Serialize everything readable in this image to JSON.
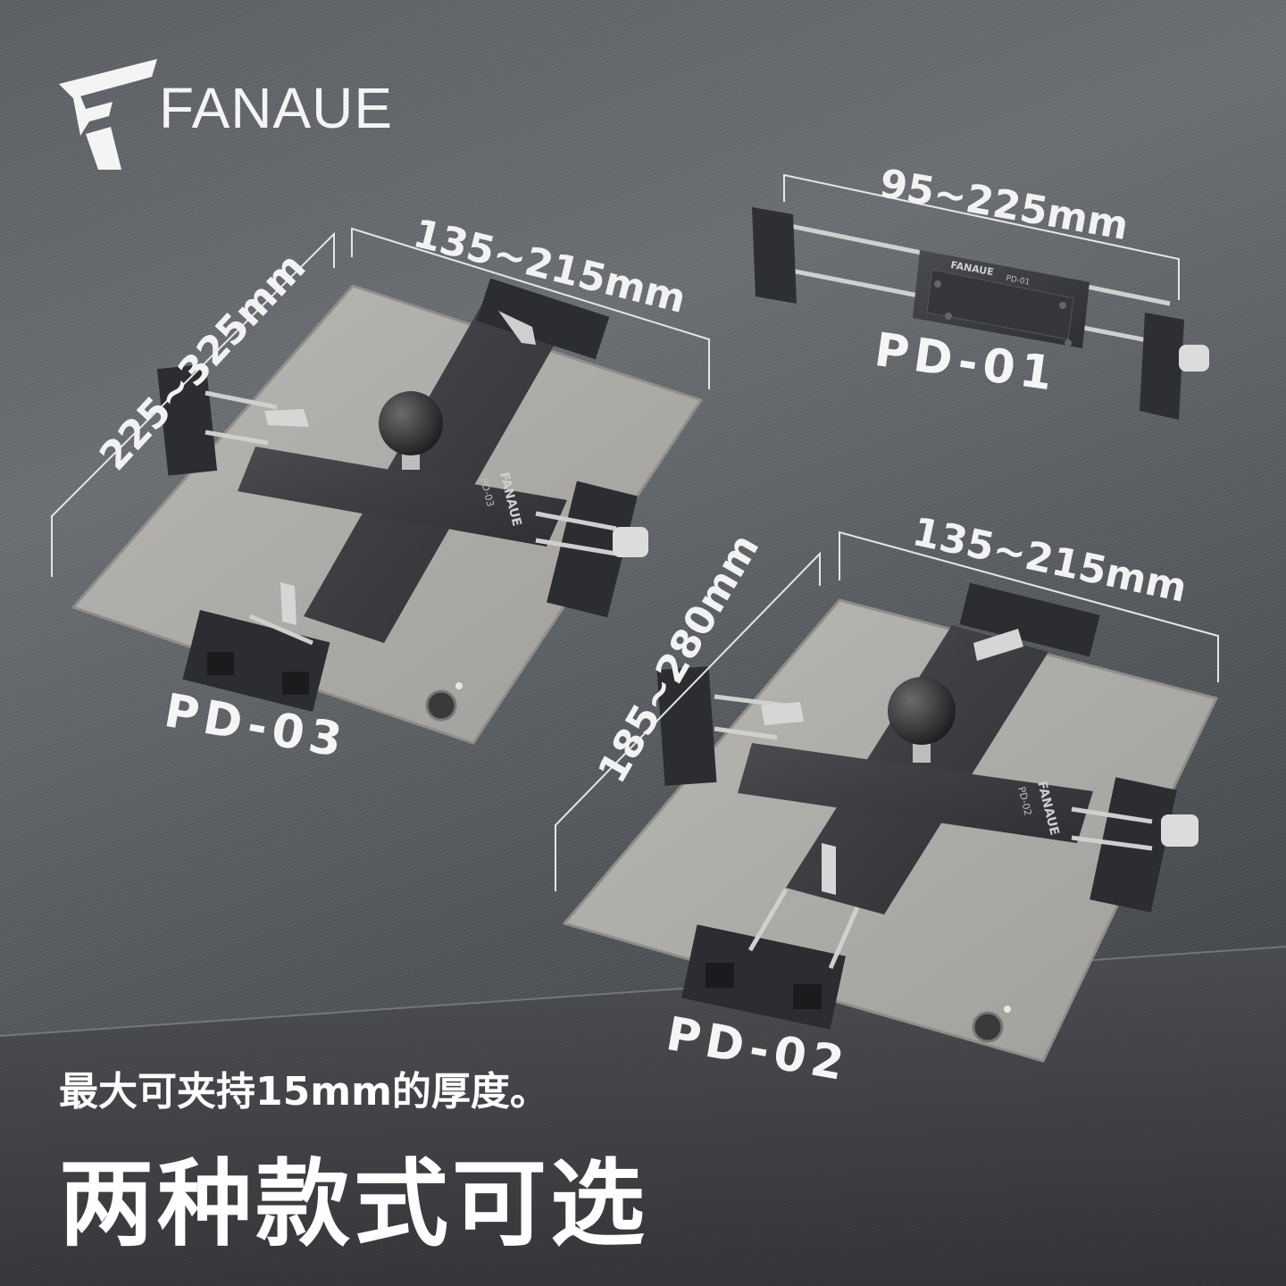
{
  "brand": {
    "name": "FANAUE",
    "mark": "F"
  },
  "products": [
    {
      "model": "PD-03",
      "width_range": "135~215mm",
      "height_range": "225~325mm"
    },
    {
      "model": "PD-01",
      "width_range": "95~225mm"
    },
    {
      "model": "PD-02",
      "width_range": "135~215mm",
      "height_range": "185~280mm"
    }
  ],
  "engravings": {
    "pd03_brand": "FANAUE",
    "pd03_model": "PD-03",
    "pd01_brand": "FANAUE",
    "pd01_model": "PD-01",
    "pd02_brand": "FANAUE",
    "pd02_model": "PD-02"
  },
  "caption": "最大可夹持15mm的厚度。",
  "headline": "两种款式可选",
  "colors": {
    "background": "#5c5f63",
    "tablet": "#a9a8a6",
    "holder": "#3b3c3f",
    "knob": "#d9d9d9",
    "text": "#ffffff"
  }
}
